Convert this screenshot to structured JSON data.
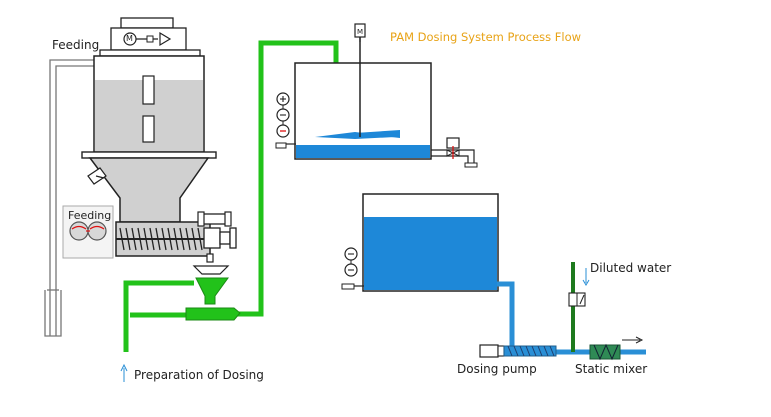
{
  "diagram": {
    "title": "PAM Dosing System Process Flow",
    "labels": {
      "feeding_top": "Feeding",
      "feeding_box": "Feeding",
      "preparation": "Preparation of Dosing",
      "diluted_water": "Diluted water",
      "dosing_pump": "Dosing pump",
      "static_mixer": "Static mixer"
    },
    "symbols": {
      "motor": "M",
      "level_plus": "+",
      "level_minus": "−"
    },
    "colors": {
      "pipe_green": "#22c21a",
      "pipe_dark_green": "#1e7a1e",
      "water_blue": "#1e88d8",
      "pipe_blue": "#2a8fd6",
      "hopper_gray": "#d0d0d0",
      "title_orange": "#e8a317",
      "mixer_green": "#2f8a55"
    }
  }
}
